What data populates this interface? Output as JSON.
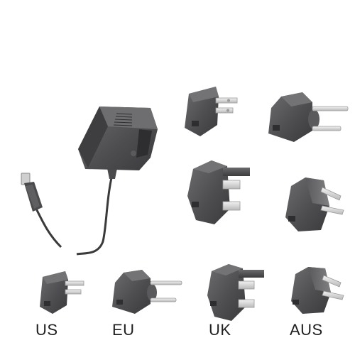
{
  "labels": {
    "us": "US",
    "eu": "EU",
    "uk": "UK",
    "aus": "AUS"
  },
  "colors": {
    "plastic_dark": "#4b4b4d",
    "plastic_mid": "#6a6a6c",
    "plastic_light": "#8a8a8c",
    "metal": "#d9d9d9",
    "metal_edge": "#9a9a9a",
    "cable": "#3a3a3c",
    "text": "#1f1f1f"
  }
}
